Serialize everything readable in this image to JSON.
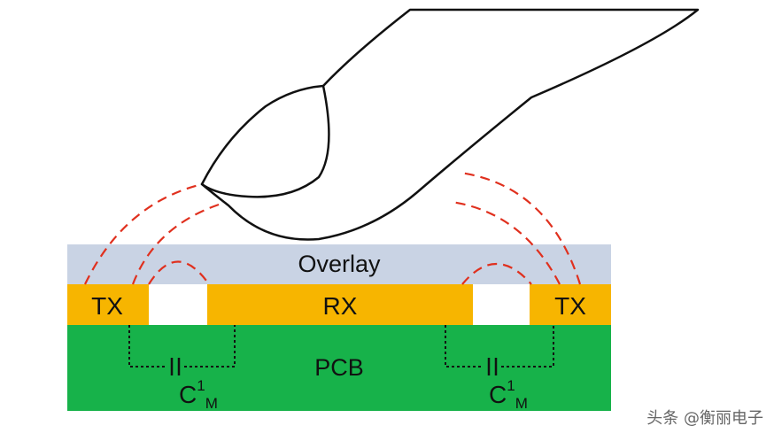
{
  "labels": {
    "overlay": "Overlay",
    "tx_left": "TX",
    "rx": "RX",
    "tx_right": "TX",
    "pcb": "PCB",
    "cap_left_base": "C",
    "cap_left_sup": "1",
    "cap_left_sub": "M",
    "cap_right_base": "C",
    "cap_right_sup": "1",
    "cap_right_sub": "M"
  },
  "watermark": "头条 @衡丽电子",
  "colors": {
    "overlay": "#c9d3e4",
    "electrode": "#f7b500",
    "pcb": "#17b24a",
    "field_line": "#e0301e",
    "gap": "#ffffff"
  }
}
